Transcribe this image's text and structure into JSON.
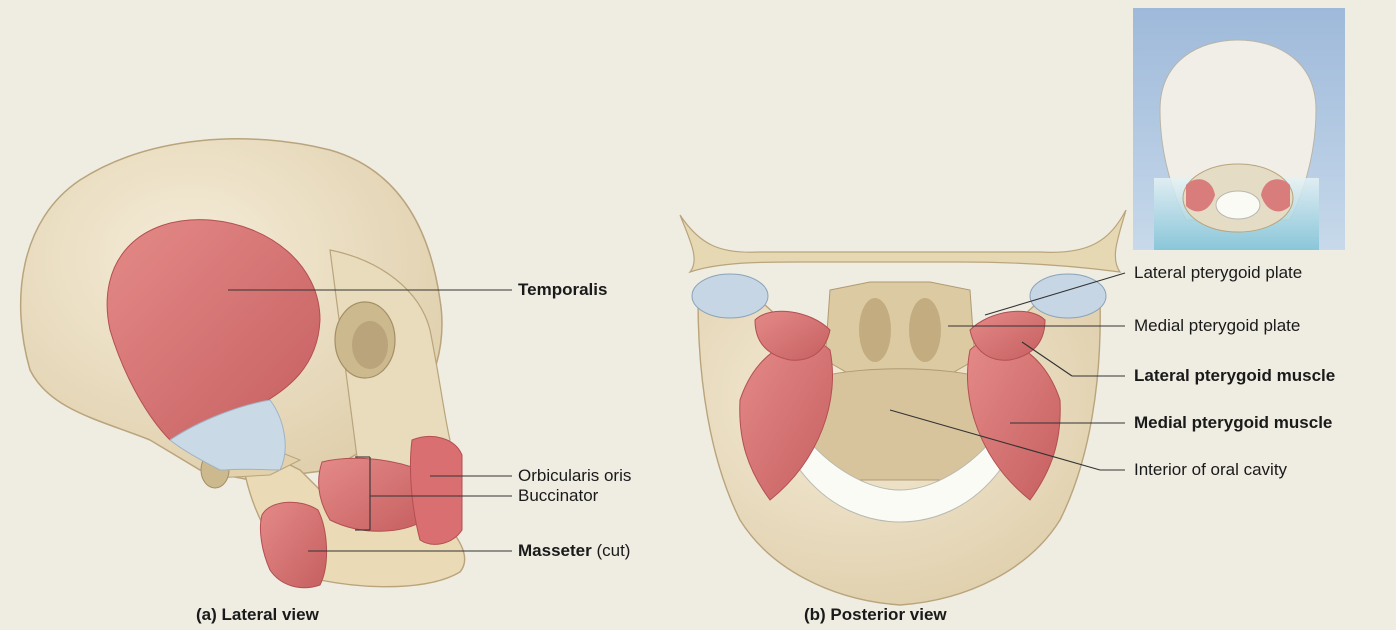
{
  "panel_a": {
    "caption": "(a) Lateral view",
    "labels": {
      "temporalis": "Temporalis",
      "orbicularis_oris": "Orbicularis oris",
      "buccinator": "Buccinator",
      "masseter": "Masseter",
      "masseter_note": "(cut)"
    }
  },
  "panel_b": {
    "caption": "(b) Posterior view",
    "labels": {
      "lateral_pterygoid_plate": "Lateral pterygoid plate",
      "medial_pterygoid_plate": "Medial pterygoid plate",
      "lateral_pterygoid_muscle": "Lateral pterygoid muscle",
      "medial_pterygoid_muscle": "Medial pterygoid muscle",
      "interior_oral_cavity": "Interior of oral cavity"
    }
  },
  "colors": {
    "background": "#efece2",
    "bone": "#e8dcc0",
    "muscle": "#d97c7c",
    "tendon": "#c9d9e6",
    "inset_bg": "#a9c3df"
  }
}
